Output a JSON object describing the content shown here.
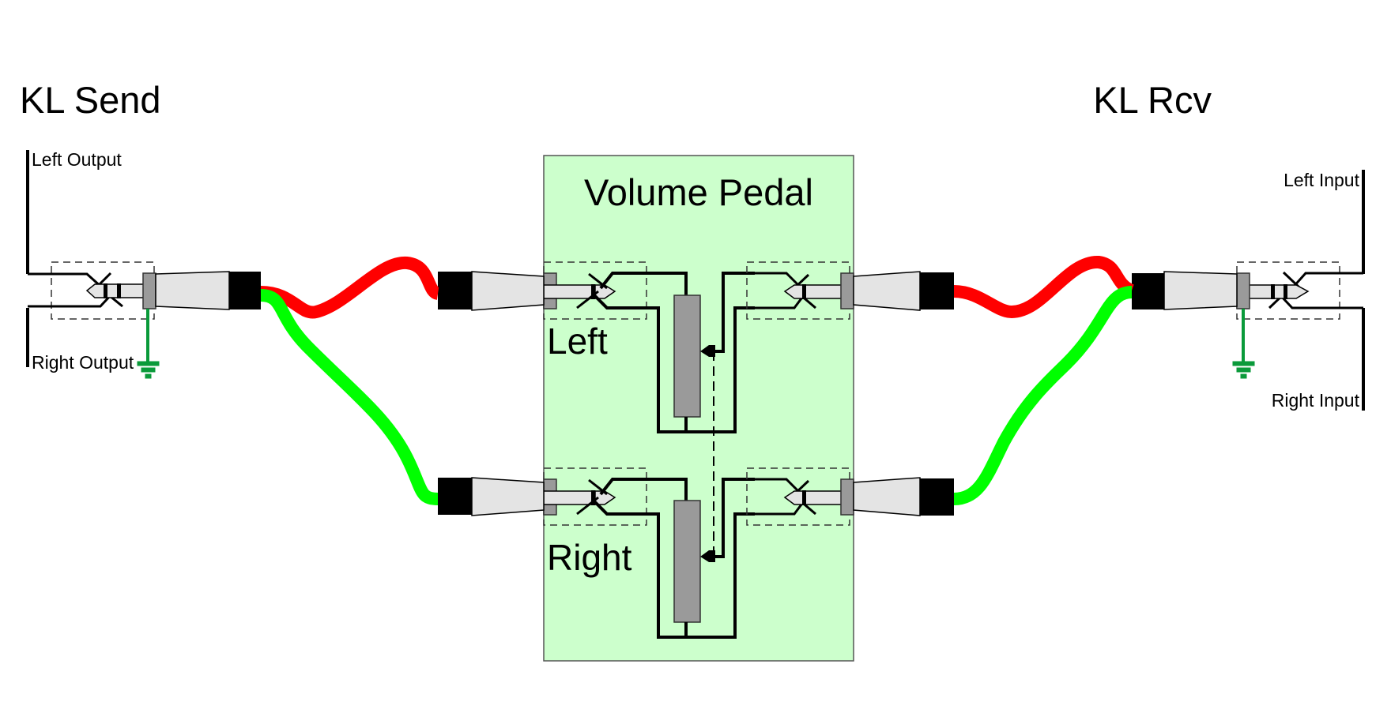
{
  "diagram": {
    "send": {
      "title": "KL Send",
      "left_label": "Left Output",
      "right_label": "Right Output"
    },
    "receive": {
      "title": "KL Rcv",
      "left_label": "Left Input",
      "right_label": "Right Input"
    },
    "pedal": {
      "title": "Volume Pedal",
      "left_channel": "Left",
      "right_channel": "Right",
      "fill_color": "#ccffcc"
    },
    "cables": {
      "left_color": "#ff0000",
      "right_color": "#00ff00"
    },
    "ground_color": "#0a9a3a"
  }
}
